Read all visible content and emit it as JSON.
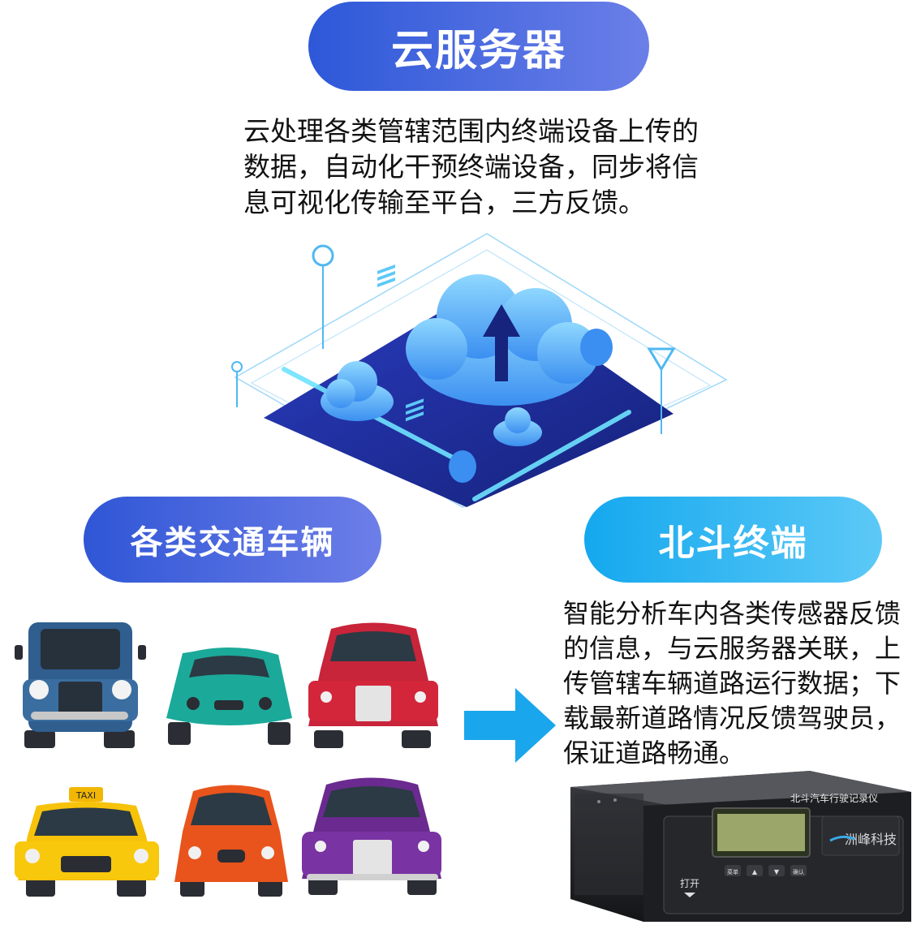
{
  "cloud": {
    "title": "云服务器",
    "description": "云处理各类管辖范围内终端设备上传的数据，自动化干预终端设备，同步将信息可视化传输至平台，三方反馈。"
  },
  "vehicles": {
    "title": "各类交通车辆",
    "taxi_sign": "TAXI"
  },
  "terminal": {
    "title": "北斗终端",
    "description": "智能分析车内各类传感器反馈的信息，与云服务器关联，上传管辖车辆道路运行数据；下载最新道路情况反馈驾驶员，保证道路畅通。",
    "device_brand_label": "北斗汽车行驶记录仪",
    "device_maker_logo": "洲峰科技",
    "device_open_label": "打开",
    "device_buttons": [
      "菜单",
      "▲",
      "▼",
      "确认"
    ]
  },
  "colors": {
    "cloud_pill": "#2d58d8",
    "terminal_pill": "#14a8ee",
    "arrow": "#1aa6ec",
    "platform": "#1c2b9a"
  }
}
